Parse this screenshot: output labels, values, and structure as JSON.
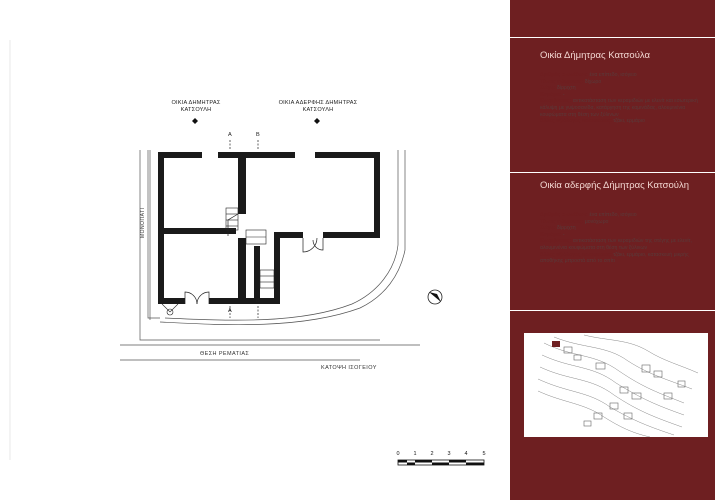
{
  "plan": {
    "house1_label_line1": "ΟΙΚΙΑ ΔΗΜΗΤΡΑΣ",
    "house1_label_line2": "ΚΑΤΣΟΥΛΗ",
    "house2_label_line1": "ΟΙΚΙΑ ΑΔΕΡΦΗΣ ΔΗΜΗΤΡΑΣ",
    "house2_label_line2": "ΚΑΤΣΟΥΛΗ",
    "street_bottom": "ΘΕΣΗ ΡΕΜΑΤΙΑΣ",
    "street_left": "ΜΟΝΟΠΑΤΙ",
    "plan_title": "ΚΑΤΟΨΗ ΙΣΟΓΕΙΟΥ",
    "section_a": "A",
    "section_b": "B",
    "scale_labels": [
      "0",
      "1",
      "2",
      "3",
      "4",
      "5"
    ]
  },
  "panel": {
    "colors": {
      "background": "#6e1f21",
      "title": "#f3d7d2",
      "key": "#6e1f21"
    },
    "house1": {
      "title": "Οικία Δήμητρας Κατσούλα",
      "rows": [
        {
          "key": "Αριθμός επιπέδων:",
          "value": "ένα επίπεδο, ισόγειο"
        },
        {
          "key": "Τύπος κτίσματος:",
          "value": "δίχωρο"
        },
        {
          "key": "Στέγη:",
          "value": "δίρριχτη"
        },
        {
          "key": "Καμάρα:",
          "value": "-"
        },
        {
          "key": "Επεμβάσεις:",
          "value": "αντικατάσταση των κεραμιδιών με ελενίτ και εσωτερική κάλυψη με γυψοσανίδα, κατάργηση της καμινάδας, αλουμινένια κουφώματα στη θέση των ξύλινων"
        },
        {
          "key": "Άλλες αξιόλογες κατασκευές:",
          "value": "τζάκι, ερμάριο"
        }
      ]
    },
    "house2": {
      "title": "Οικία αδερφής Δήμητρας Κατσούλη",
      "rows": [
        {
          "key": "Αριθμός επιπέδων:",
          "value": "ένα επίπεδο, ισόγειο"
        },
        {
          "key": "Τύπος κτίσματος:",
          "value": "μονόχωρο"
        },
        {
          "key": "Στέγη:",
          "value": "δίρριχτη"
        },
        {
          "key": "Καμάρα:",
          "value": "-"
        },
        {
          "key": "Επεμβάσεις:",
          "value": "αντικατάσταση των κεραμιδιών της στέγης με ελενίτ, αλουμινένια κουφώματα στη θέση των ξύλινων"
        },
        {
          "key": "Άλλες αξιόλογες κατασκευές:",
          "value": "τζάκι, ερμάριο, κατασκευή μικρής αποθήκης μπροστά από το σπίτι"
        }
      ]
    }
  }
}
